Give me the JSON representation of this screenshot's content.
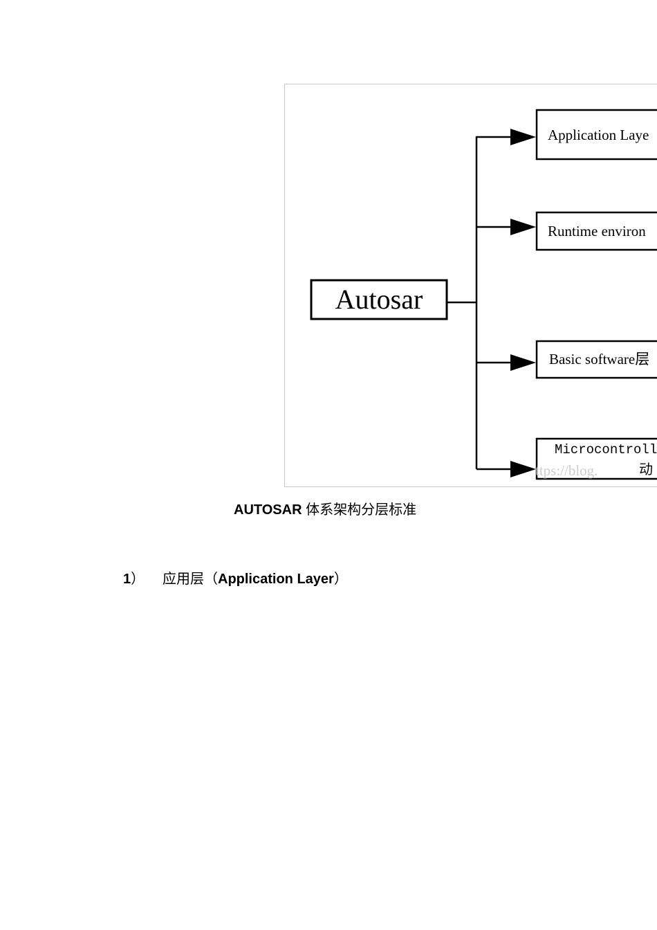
{
  "diagram": {
    "root": "Autosar",
    "layers": [
      {
        "label": "Application Laye"
      },
      {
        "label": "Runtime environ"
      },
      {
        "label": "Basic software层"
      },
      {
        "label": "Microcontroll",
        "sub": "动"
      }
    ],
    "watermark": "ttps://blog.",
    "colors": {
      "line": "#000000",
      "border": "#c8c8c8",
      "watermark": "#c4c4c4"
    }
  },
  "caption": {
    "en": "AUTOSAR",
    "zh": " 体系架构分层标准"
  },
  "section": {
    "number": "1",
    "number_suffix": "）",
    "title_zh": "应用层",
    "open_paren": "（",
    "title_en": "Application Layer",
    "close_paren": "）"
  }
}
